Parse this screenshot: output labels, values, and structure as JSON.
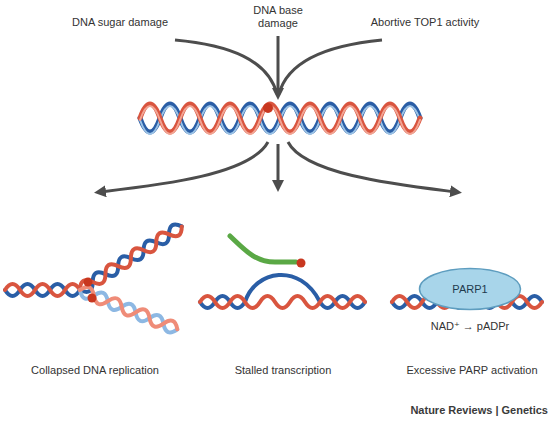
{
  "diagram": {
    "nodes": [
      {
        "text": [
          "PARP1"
        ]
      }
    ],
    "labels": [
      "DNA sugar damage",
      "DNA base damage",
      "Abortive TOP1 activity",
      "NAD⁺ → pADPr",
      "Collapsed DNA replication",
      "Stalled transcription",
      "Excessive PARP activation",
      "Nature Reviews | Genetics"
    ]
  }
}
